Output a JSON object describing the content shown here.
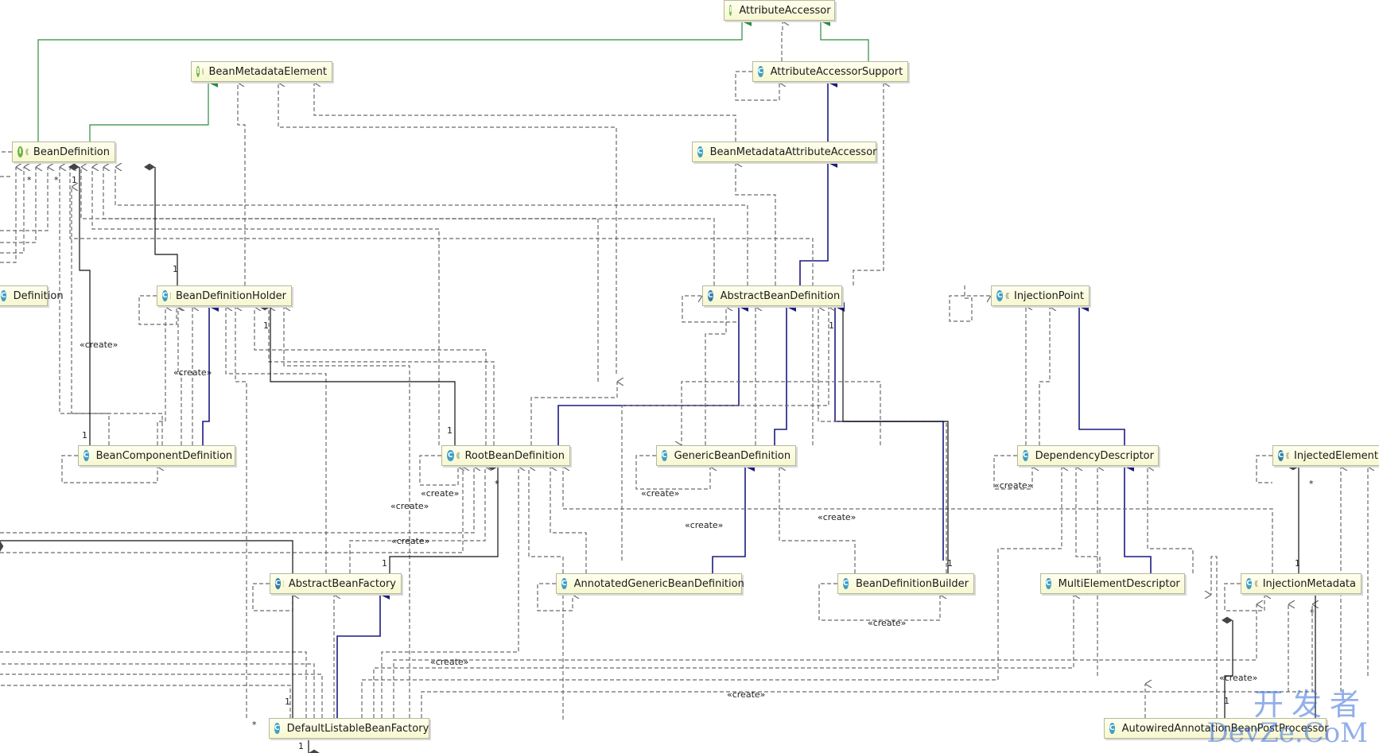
{
  "diagram": {
    "nodes": [
      {
        "id": "attributeAccessor",
        "kind": "interface",
        "label": "AttributeAccessor"
      },
      {
        "id": "beanMetadataElement",
        "kind": "interface",
        "label": "BeanMetadataElement"
      },
      {
        "id": "attributeAccessorSupport",
        "kind": "class",
        "label": "AttributeAccessorSupport"
      },
      {
        "id": "beanDefinition",
        "kind": "interface",
        "label": "BeanDefinition"
      },
      {
        "id": "beanMetadataAttributeAccessor",
        "kind": "class",
        "label": "BeanMetadataAttributeAccessor"
      },
      {
        "id": "definitionPartial",
        "kind": "class",
        "label": "Definition"
      },
      {
        "id": "beanDefinitionHolder",
        "kind": "class",
        "label": "BeanDefinitionHolder"
      },
      {
        "id": "abstractBeanDefinition",
        "kind": "abstract",
        "label": "AbstractBeanDefinition"
      },
      {
        "id": "injectionPoint",
        "kind": "class",
        "label": "InjectionPoint"
      },
      {
        "id": "beanComponentDefinition",
        "kind": "class",
        "label": "BeanComponentDefinition"
      },
      {
        "id": "rootBeanDefinition",
        "kind": "class",
        "label": "RootBeanDefinition"
      },
      {
        "id": "genericBeanDefinition",
        "kind": "class",
        "label": "GenericBeanDefinition"
      },
      {
        "id": "dependencyDescriptor",
        "kind": "class",
        "label": "DependencyDescriptor"
      },
      {
        "id": "injectedElement",
        "kind": "abstract",
        "label": "InjectedElement"
      },
      {
        "id": "abstractBeanFactory",
        "kind": "abstract",
        "label": "AbstractBeanFactory"
      },
      {
        "id": "annotatedGenericBeanDefinition",
        "kind": "class",
        "label": "AnnotatedGenericBeanDefinition"
      },
      {
        "id": "beanDefinitionBuilder",
        "kind": "class",
        "label": "BeanDefinitionBuilder"
      },
      {
        "id": "multiElementDescriptor",
        "kind": "class",
        "label": "MultiElementDescriptor"
      },
      {
        "id": "injectionMetadata",
        "kind": "class",
        "label": "InjectionMetadata"
      },
      {
        "id": "defaultListableBeanFactory",
        "kind": "class",
        "label": "DefaultListableBeanFactory"
      },
      {
        "id": "autowiredProcessor",
        "kind": "class",
        "label": "AutowiredAnnotationBeanPostProcessor"
      }
    ],
    "stereotype": "«create»",
    "multiplicity_one": "1",
    "multiplicity_many": "*"
  },
  "watermark": {
    "line1": "开发者",
    "line2": "DevZe.CoM"
  },
  "colors": {
    "implements": "#2e8b3c",
    "extends": "#1c1c80",
    "dependency": "#6a6a6a",
    "association": "#111111",
    "node_fill": "#fffff0"
  }
}
